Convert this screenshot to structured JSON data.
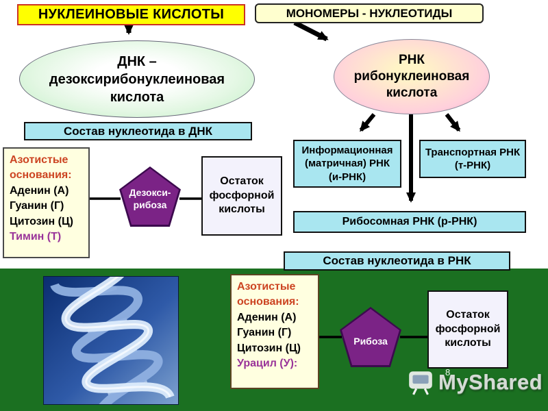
{
  "header": {
    "title": "НУКЛЕИНОВЫЕ КИСЛОТЫ",
    "monomers_label": "МОНОМЕРЫ - НУКЛЕОТИДЫ"
  },
  "dna": {
    "ellipse_lines": [
      "ДНК –",
      "дезоксирибонуклеиновая",
      "кислота"
    ],
    "composition_label": "Состав нуклеотида в ДНК",
    "bases_title": "Азотистые основания:",
    "bases": [
      "Аденин (А)",
      "Гуанин (Г)",
      "Цитозин (Ц)"
    ],
    "unique_base": "Тимин (Т)",
    "sugar": "Дезокси-рибоза",
    "phosphate": "Остаток фосфорной кислоты"
  },
  "rna": {
    "ellipse_lines": [
      "РНК",
      "рибонуклеиновая",
      "кислота"
    ],
    "types": {
      "mrna": "Информационная (матричная) РНК (и-РНК)",
      "trna": "Транспортная РНК (т-РНК)",
      "rrna": "Рибосомная РНК (р-РНК)"
    },
    "composition_label": "Состав нуклеотида в РНК",
    "bases_title": "Азотистые основания:",
    "bases": [
      "Аденин (А)",
      "Гуанин (Г)",
      "Цитозин (Ц)"
    ],
    "unique_base": "Урацил (У):",
    "sugar": "Рибоза",
    "phosphate": "Остаток фосфорной кислоты"
  },
  "footer": {
    "page_number": "8",
    "watermark": "MyShared"
  },
  "colors": {
    "title_background": "#ffff00",
    "title_border_red": "#cc3322",
    "label_cyan": "#a9e6f0",
    "pentagon_purple": "#7b2386",
    "bases_header_red": "#cc4422",
    "unique_base_purple": "#993399",
    "background_green": "#1b7021"
  }
}
